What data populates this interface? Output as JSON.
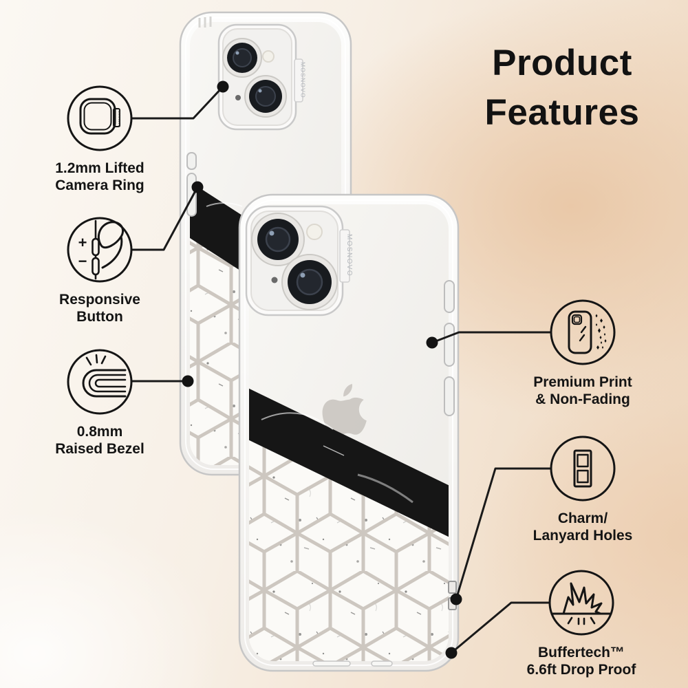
{
  "title": {
    "line1": "Product",
    "line2": "Features"
  },
  "brand": "MOSNOVO",
  "colors": {
    "text": "#141414",
    "callout_line": "#1a1a1a",
    "background_light": "#fbf8f3",
    "background_peach": "#eed7bf",
    "case_band": "#161616",
    "marble_line": "#cdc7c0"
  },
  "features": {
    "camera_ring": {
      "label_line1": "1.2mm Lifted",
      "label_line2": "Camera Ring"
    },
    "responsive_button": {
      "label_line1": "Responsive",
      "label_line2": "Button",
      "plus": "+",
      "minus": "−"
    },
    "raised_bezel": {
      "label_line1": "0.8mm",
      "label_line2": "Raised Bezel"
    },
    "premium_print": {
      "label_line1": "Premium Print",
      "label_line2": "& Non-Fading"
    },
    "charm_lanyard": {
      "label_line1": "Charm/",
      "label_line2": "Lanyard Holes"
    },
    "buffertech": {
      "label_line1": "Buffertech™",
      "label_line2": "6.6ft Drop Proof"
    }
  }
}
